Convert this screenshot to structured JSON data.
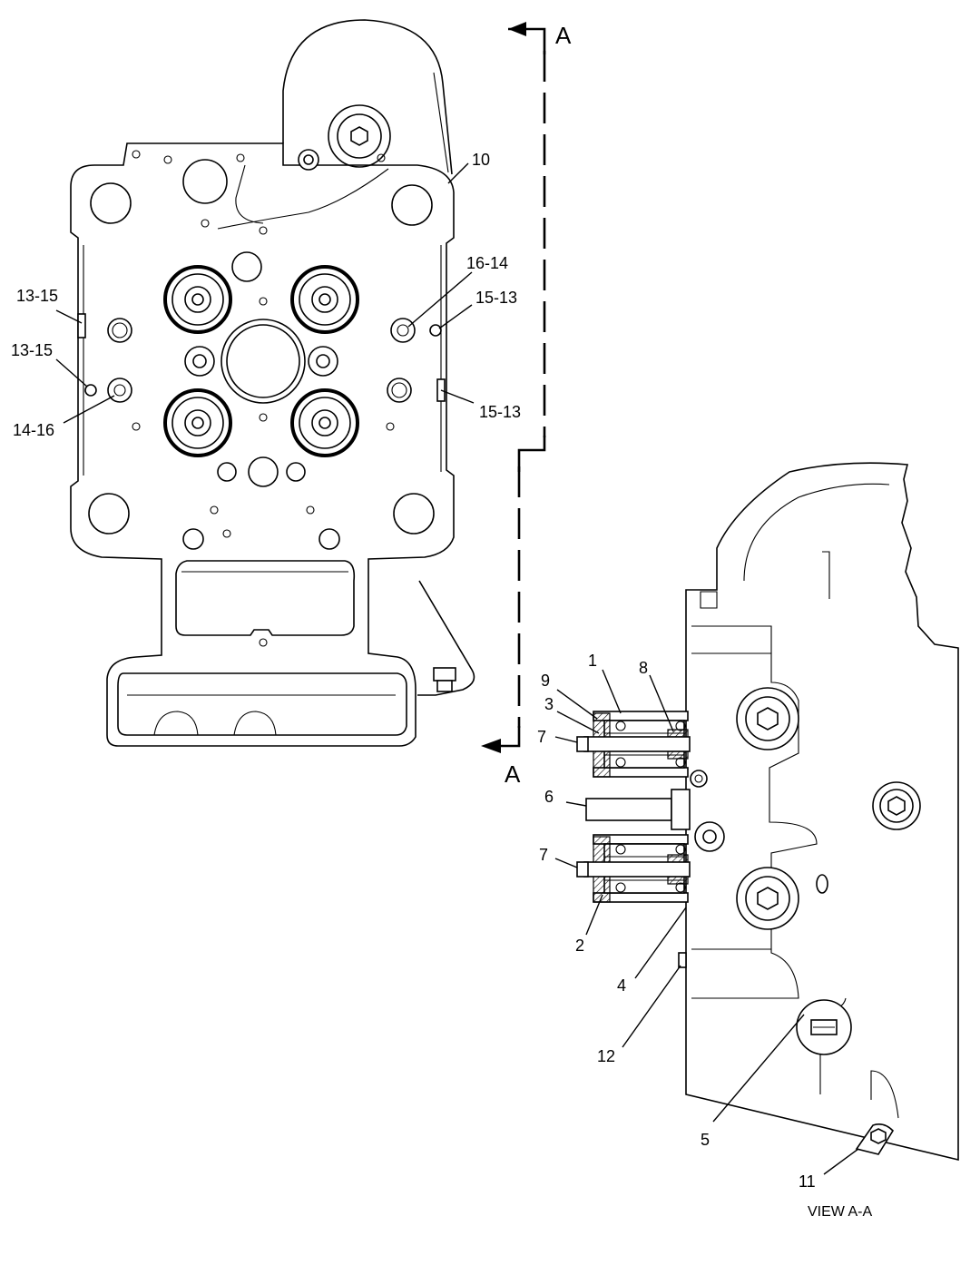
{
  "section_marker": {
    "top_letter": "A",
    "bottom_letter": "A"
  },
  "view_caption": "VIEW A-A",
  "callouts": {
    "c10": "10",
    "c16_14": "16-14",
    "c15_13_upper": "15-13",
    "c15_13_lower": "15-13",
    "c13_15_upper": "13-15",
    "c13_15_lower": "13-15",
    "c14_16": "14-16",
    "c1": "1",
    "c8": "8",
    "c9": "9",
    "c3": "3",
    "c7_upper": "7",
    "c6": "6",
    "c7_lower": "7",
    "c2": "2",
    "c4": "4",
    "c12": "12",
    "c5": "5",
    "c11": "11"
  }
}
